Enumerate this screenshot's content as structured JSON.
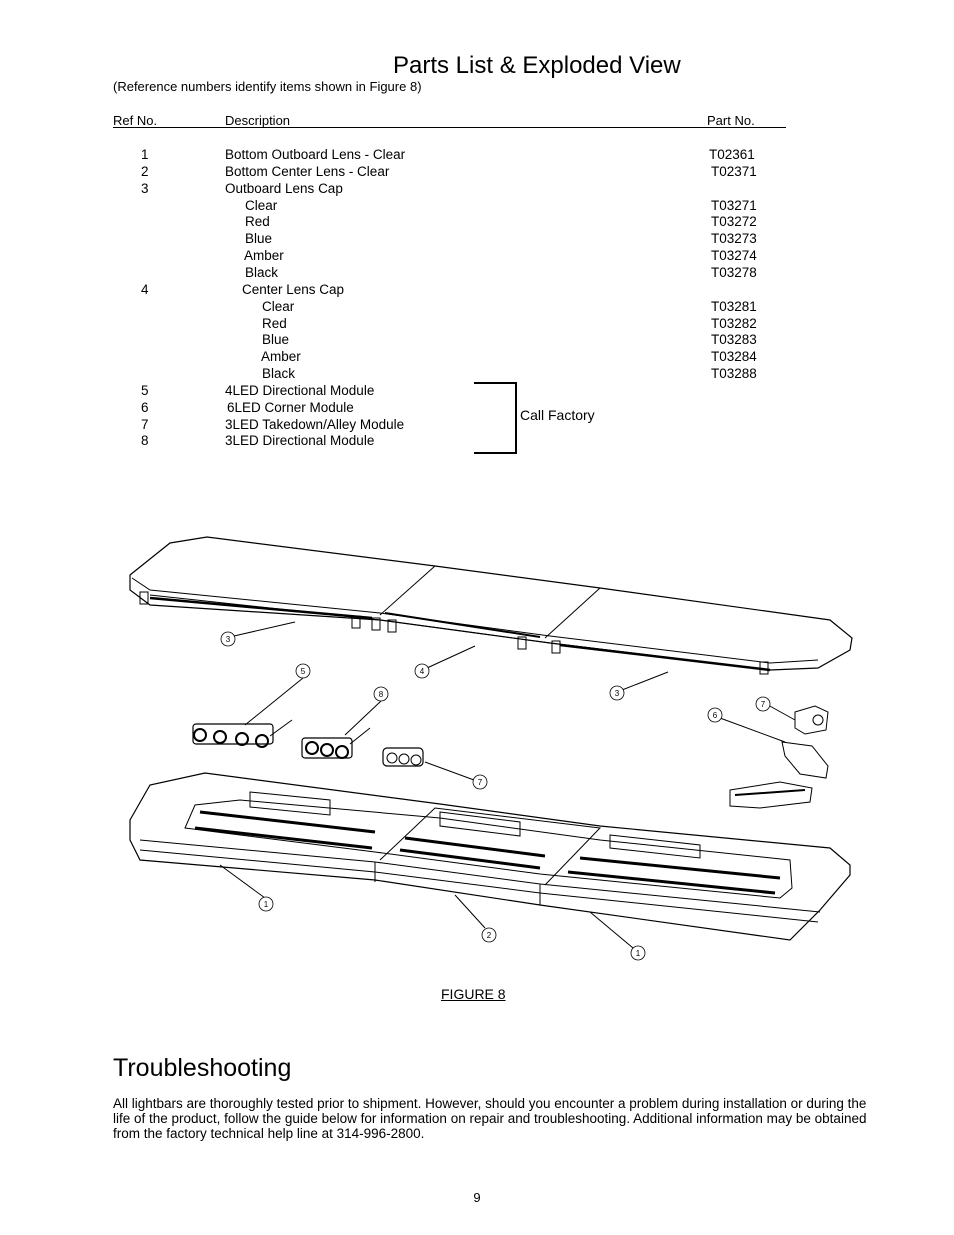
{
  "header": {
    "title": "Parts List & Exploded View",
    "subtitle": "(Reference numbers identify items shown in Figure 8)"
  },
  "table": {
    "columns": {
      "ref": "Ref No.",
      "description": "Description",
      "part": "Part No."
    },
    "rows": [
      {
        "ref": "1",
        "desc": "Bottom Outboard Lens - Clear",
        "part": "T02361"
      },
      {
        "ref": "2",
        "desc": "Bottom Center Lens - Clear",
        "part": "T02371"
      },
      {
        "ref": "3",
        "desc": "Outboard Lens Cap",
        "part": ""
      },
      {
        "ref": "",
        "desc": "Clear",
        "part": "T03271"
      },
      {
        "ref": "",
        "desc": "Red",
        "part": "T03272"
      },
      {
        "ref": "",
        "desc": "Blue",
        "part": "T03273"
      },
      {
        "ref": "",
        "desc": "Amber",
        "part": "T03274"
      },
      {
        "ref": "",
        "desc": "Black",
        "part": "T03278"
      },
      {
        "ref": "4",
        "desc": "Center Lens Cap",
        "part": ""
      },
      {
        "ref": "",
        "desc": "Clear",
        "part": "T03281"
      },
      {
        "ref": "",
        "desc": "Red",
        "part": "T03282"
      },
      {
        "ref": "",
        "desc": "Blue",
        "part": "T03283"
      },
      {
        "ref": "",
        "desc": "Amber",
        "part": "T03284"
      },
      {
        "ref": "",
        "desc": "Black",
        "part": "T03288"
      },
      {
        "ref": "5",
        "desc": "4LED Directional Module",
        "part": ""
      },
      {
        "ref": "6",
        "desc": "6LED Corner Module",
        "part": ""
      },
      {
        "ref": "7",
        "desc": "3LED Takedown/Alley Module",
        "part": ""
      },
      {
        "ref": "8",
        "desc": "3LED Directional Module",
        "part": ""
      }
    ],
    "call_factory": "Call Factory"
  },
  "figure": {
    "caption": "FIGURE 8",
    "callouts": [
      "3",
      "5",
      "4",
      "8",
      "3",
      "7",
      "6",
      "7",
      "1",
      "2",
      "1"
    ]
  },
  "troubleshooting": {
    "title": "Troubleshooting",
    "text": "All lightbars are thoroughly tested prior to shipment.  However, should you encounter a problem during installation or during the life of the product, follow the guide below for information on repair and troubleshooting.  Additional information may be obtained from the factory technical help line at 314-996-2800."
  },
  "footer": {
    "page_number": "9"
  }
}
